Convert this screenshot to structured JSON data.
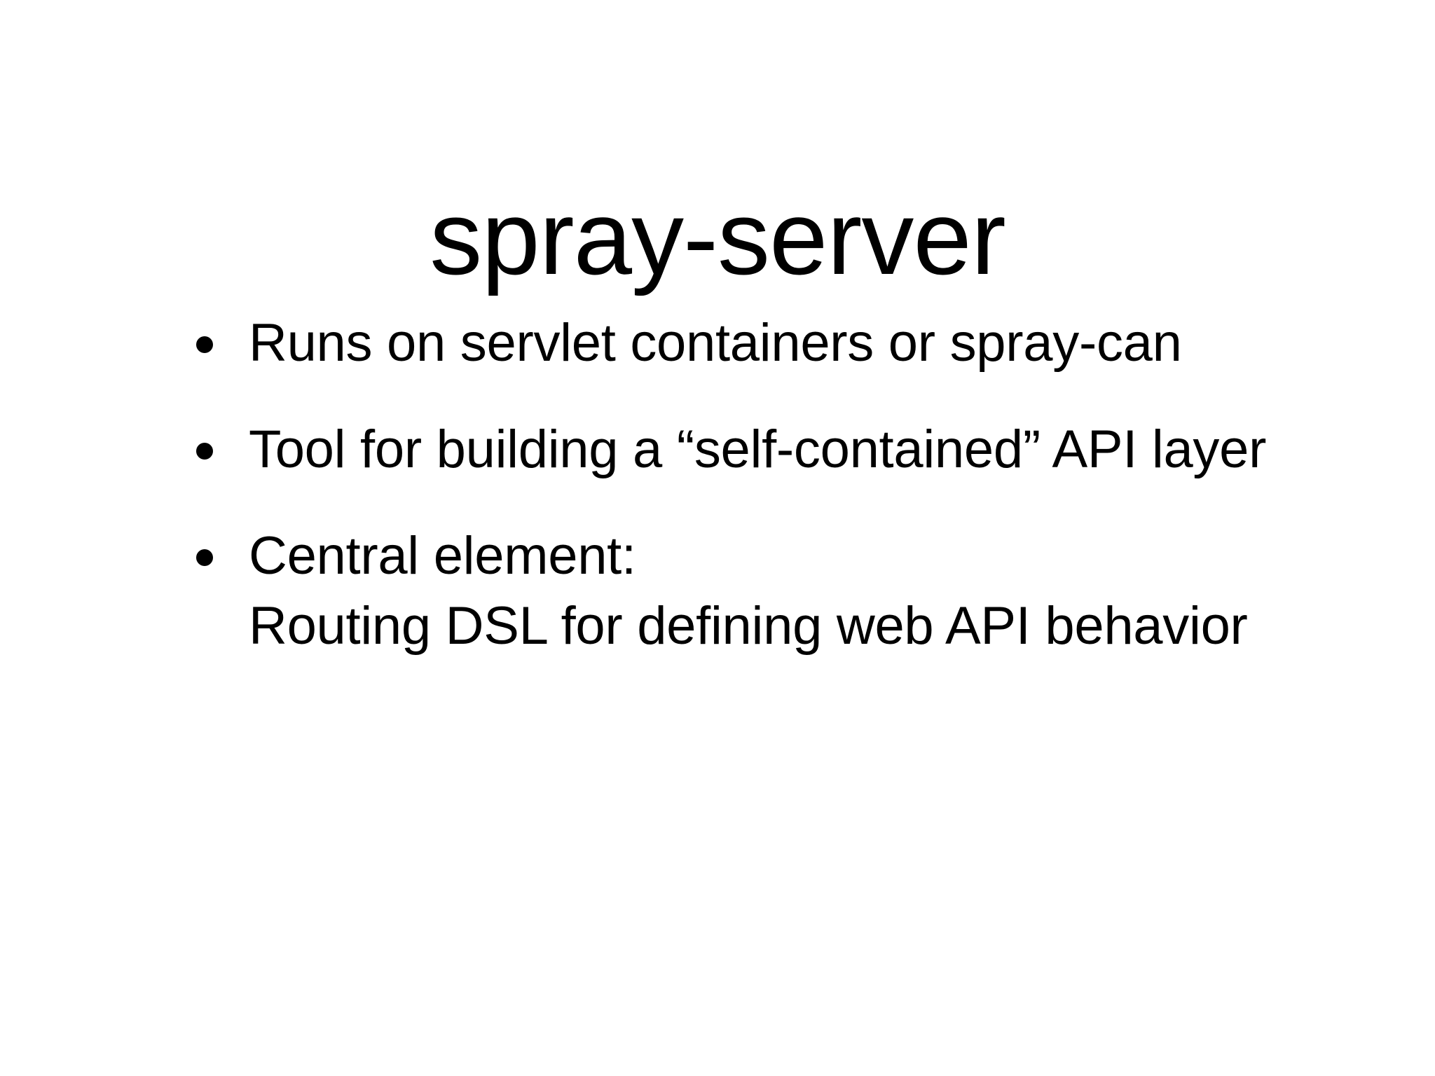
{
  "slide": {
    "title": "spray-server",
    "background_color": "#ffffff",
    "text_color": "#000000",
    "bullets": [
      {
        "marker": "bullet-dot",
        "text": "Runs on servlet containers or spray-can"
      },
      {
        "marker": "bullet-dot",
        "text": "Tool for building a “self-contained” API layer"
      },
      {
        "marker": "bullet-dot",
        "text": "Central element:\nRouting DSL for defining web API behavior"
      }
    ]
  }
}
